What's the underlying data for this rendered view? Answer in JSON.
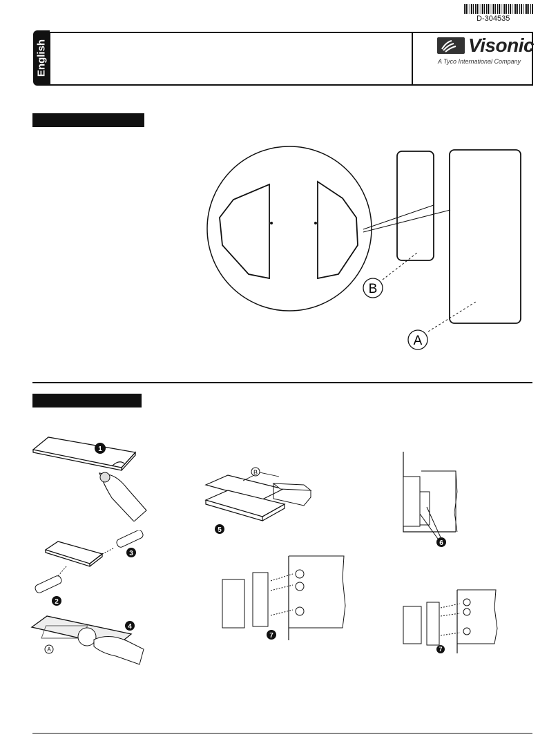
{
  "header": {
    "document_number": "D-304535",
    "language": "English",
    "brand": "Visonic",
    "tagline": "A Tyco International Company"
  },
  "diagram1": {
    "label_a": "A",
    "label_b": "B"
  },
  "steps": {
    "s1": "1",
    "s2": "2",
    "s3": "3",
    "s4": "4",
    "s5": "5",
    "s6": "6",
    "s7": "7",
    "s7b": "7",
    "part_a": "A",
    "part_b": "B"
  }
}
